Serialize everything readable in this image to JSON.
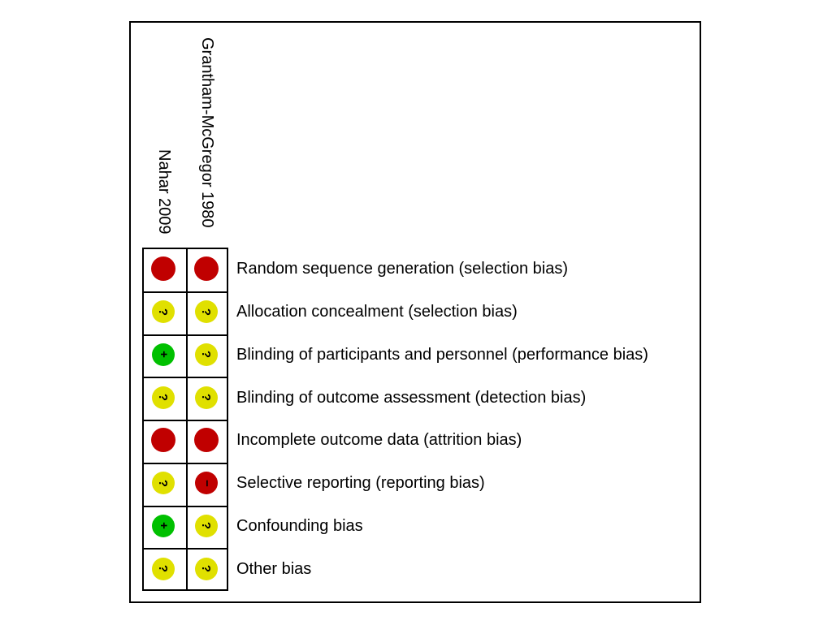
{
  "studies": [
    "Nahar 2009",
    "Grantham-McGregor 1980"
  ],
  "domains": [
    "Random sequence generation (selection bias)",
    "Allocation concealment (selection bias)",
    "Blinding of participants and personnel (performance bias)",
    "Blinding of outcome assessment (detection bias)",
    "Incomplete outcome data (attrition bias)",
    "Selective reporting (reporting bias)",
    "Confounding bias",
    "Other bias"
  ],
  "judgements": [
    [
      "high",
      "high"
    ],
    [
      "unclear",
      "unclear"
    ],
    [
      "low",
      "unclear"
    ],
    [
      "unclear",
      "unclear"
    ],
    [
      "high",
      "high"
    ],
    [
      "unclear",
      "high-minus"
    ],
    [
      "low",
      "unclear"
    ],
    [
      "unclear",
      "unclear"
    ]
  ],
  "symbols": {
    "unclear": "?",
    "low": "+",
    "high-minus": "−",
    "high": ""
  },
  "colors": {
    "high": "#c00000",
    "unclear": "#e0e000",
    "low": "#00c000"
  }
}
